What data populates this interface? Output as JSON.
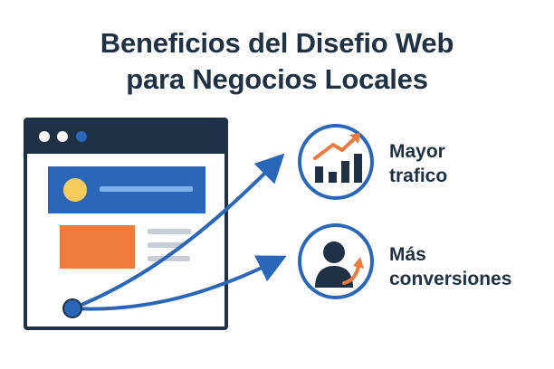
{
  "title": {
    "line1": "Beneficios del Disefio Web",
    "line2": "para Negocios Locales"
  },
  "benefits": [
    {
      "icon": "growth-chart-icon",
      "line1": "Mayor",
      "line2": "trafico"
    },
    {
      "icon": "user-conversion-icon",
      "line1": "Más",
      "line2": "conversiones"
    }
  ],
  "colors": {
    "navy": "#1f3145",
    "blue": "#2a67b8",
    "orange": "#ec7b3d",
    "yellow": "#f6cc5f",
    "gray": "#c9ced6"
  }
}
